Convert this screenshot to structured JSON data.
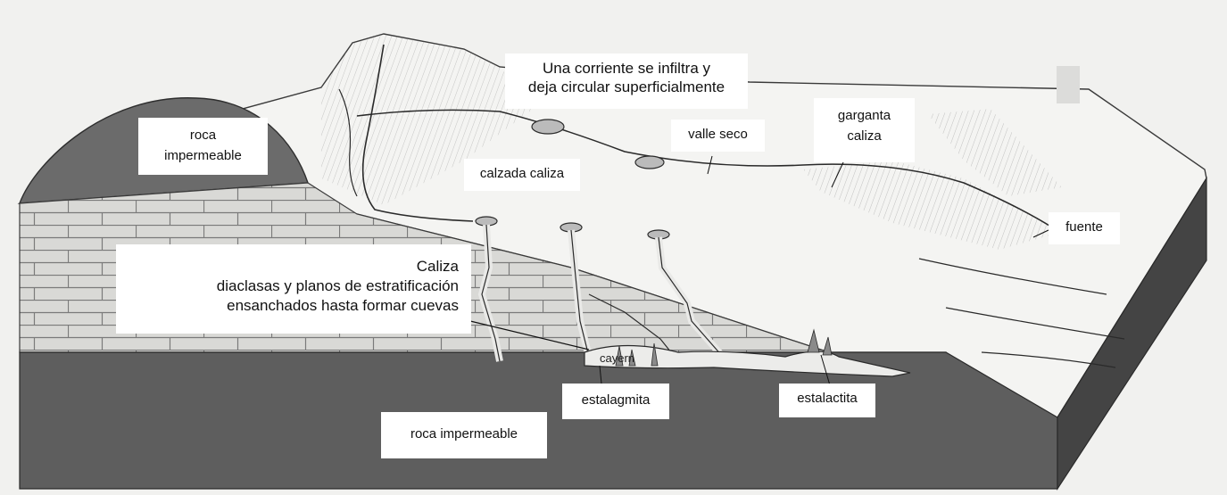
{
  "labels": {
    "corriente": {
      "line1": "Una corriente se infiltra y",
      "line2": "deja circular superficialmente"
    },
    "roca_top": {
      "line1": "roca",
      "line2": "impermeable"
    },
    "valle_seco": "valle seco",
    "garganta": {
      "line1": "garganta",
      "line2": "caliza"
    },
    "calzada": "calzada caliza",
    "fuente": "fuente",
    "caliza_block": {
      "line1": "Caliza",
      "line2": "diaclasas y planos de estratificación",
      "line3": "ensanchados hasta formar cuevas"
    },
    "cayern": "cayern",
    "estalagmita": "estalagmita",
    "estalactita": "estalactita",
    "roca_bottom": "roca impermeable"
  },
  "colors": {
    "background": "#ffffff",
    "paper": "#f1f1ef",
    "limestone_light": "#d9d9d6",
    "limestone_mortar": "#7a7a7a",
    "impermeable_dark": "#5e5e5e",
    "impermeable_side": "#444444",
    "ink": "#2a2a2a"
  }
}
